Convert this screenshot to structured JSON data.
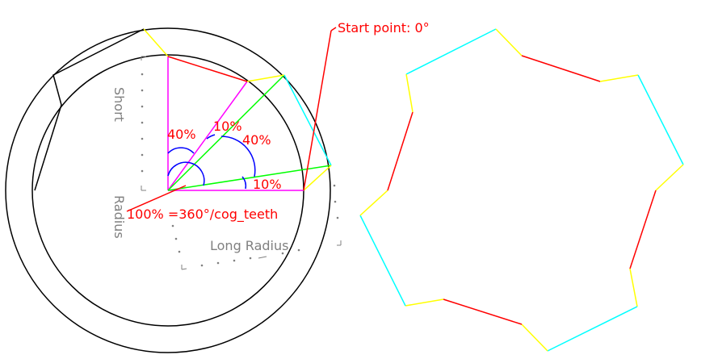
{
  "labels": {
    "start_point": "Start point: 0°",
    "hundred_percent": "100% =360°/cog_teeth",
    "pct_40_top": "40%",
    "pct_10_top": "10%",
    "pct_40_mid": "40%",
    "pct_10_bottom": "10%",
    "short": "Short",
    "radius": "Radius",
    "long_radius": "Long Radius"
  },
  "colors": {
    "red": "#ff0000",
    "yellow": "#ffff00",
    "cyan": "#00ffff",
    "green": "#00ff00",
    "magenta": "#ff00ff",
    "blue": "#0000ff",
    "black": "#000000",
    "gray": "#808080"
  }
}
